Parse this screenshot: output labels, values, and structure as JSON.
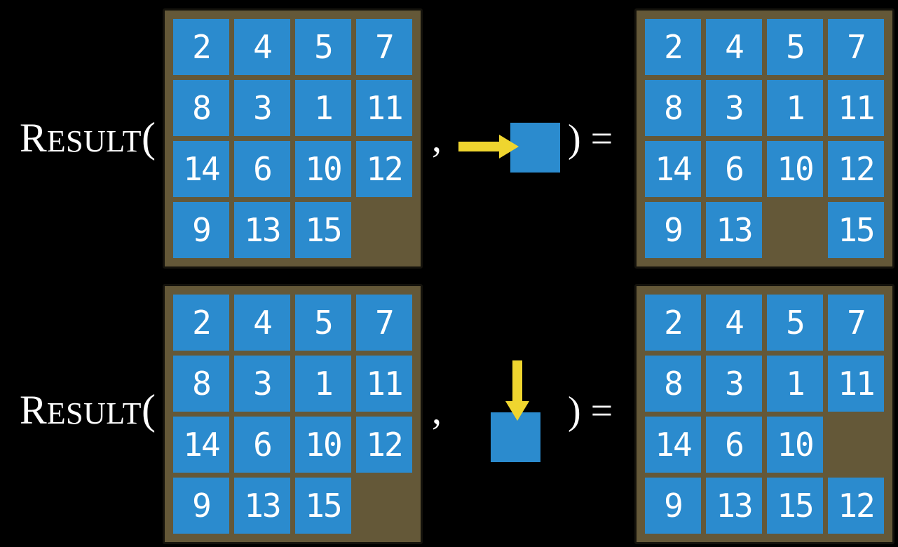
{
  "examples": [
    {
      "func_cap": "R",
      "func_rest": "ESULT",
      "open_paren": "(",
      "comma": ",",
      "close": ") =",
      "action": "right",
      "state": [
        [
          "2",
          "4",
          "5",
          "7"
        ],
        [
          "8",
          "3",
          "1",
          "11"
        ],
        [
          "14",
          "6",
          "10",
          "12"
        ],
        [
          "9",
          "13",
          "15",
          ""
        ]
      ],
      "result": [
        [
          "2",
          "4",
          "5",
          "7"
        ],
        [
          "8",
          "3",
          "1",
          "11"
        ],
        [
          "14",
          "6",
          "10",
          "12"
        ],
        [
          "9",
          "13",
          "",
          "15"
        ]
      ]
    },
    {
      "func_cap": "R",
      "func_rest": "ESULT",
      "open_paren": "(",
      "comma": ",",
      "close": ") =",
      "action": "down",
      "state": [
        [
          "2",
          "4",
          "5",
          "7"
        ],
        [
          "8",
          "3",
          "1",
          "11"
        ],
        [
          "14",
          "6",
          "10",
          "12"
        ],
        [
          "9",
          "13",
          "15",
          ""
        ]
      ],
      "result": [
        [
          "2",
          "4",
          "5",
          "7"
        ],
        [
          "8",
          "3",
          "1",
          "11"
        ],
        [
          "14",
          "6",
          "10",
          ""
        ],
        [
          "9",
          "13",
          "15",
          "12"
        ]
      ]
    }
  ],
  "colors": {
    "background": "#000000",
    "board_frame": "#645838",
    "board_border": "#14120c",
    "tile_blue": "#2b8bce",
    "arrow_yellow": "#efd52f",
    "text_white": "#ffffff"
  }
}
